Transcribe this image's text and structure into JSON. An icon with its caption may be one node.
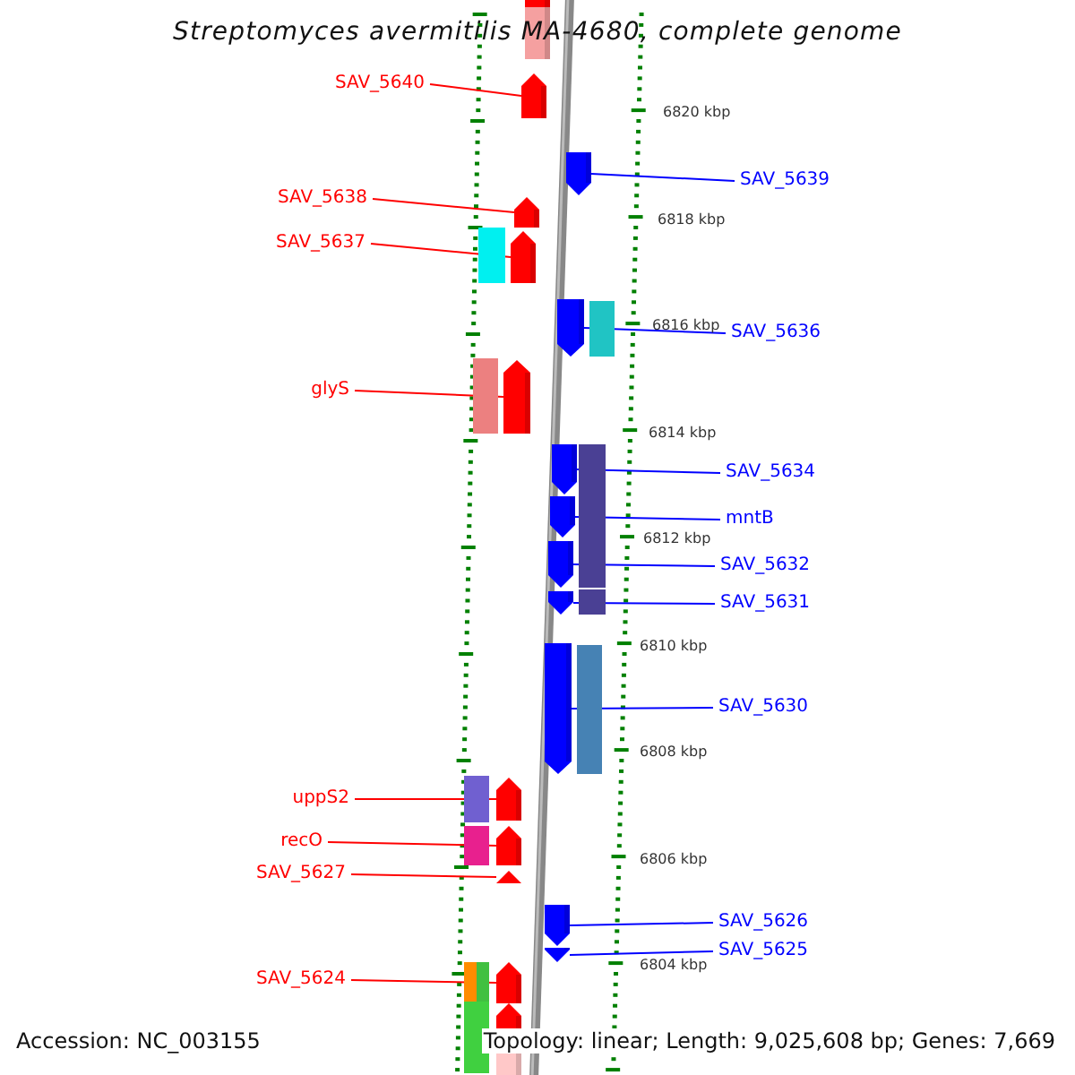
{
  "diagram": {
    "title": "Streptomyces avermitilis MA-4680, complete genome",
    "nodes": [
      {
        "text": [
          "SAV_5640"
        ]
      },
      {
        "text": [
          "SAV_5639"
        ]
      },
      {
        "text": [
          "SAV_5638"
        ]
      },
      {
        "text": [
          "SAV_5637"
        ]
      },
      {
        "text": [
          "SAV_5636"
        ]
      },
      {
        "text": [
          "glyS"
        ]
      },
      {
        "text": [
          "SAV_5634"
        ]
      },
      {
        "text": [
          "mntB"
        ]
      },
      {
        "text": [
          "SAV_5632"
        ]
      },
      {
        "text": [
          "SAV_5631"
        ]
      },
      {
        "text": [
          "SAV_5630"
        ]
      },
      {
        "text": [
          "uppS2"
        ]
      },
      {
        "text": [
          "recO"
        ]
      },
      {
        "text": [
          "SAV_5627"
        ]
      },
      {
        "text": [
          "SAV_5626"
        ]
      },
      {
        "text": [
          "SAV_5625"
        ]
      },
      {
        "text": [
          "SAV_5624"
        ]
      },
      {
        "text": [],
        "shape": "arrow"
      },
      {
        "text": [],
        "shape": "arrow"
      },
      {
        "text": [],
        "shape": "arrow"
      },
      {
        "text": [],
        "shape": "arrow"
      },
      {
        "text": [],
        "shape": "arrow"
      },
      {
        "text": [],
        "shape": "arrow"
      },
      {
        "text": [],
        "shape": "arrow"
      },
      {
        "text": [],
        "shape": "arrow"
      },
      {
        "text": [],
        "shape": "arrow"
      },
      {
        "text": [],
        "shape": "arrow"
      },
      {
        "text": [],
        "shape": "arrow"
      },
      {
        "text": [],
        "shape": "arrow"
      },
      {
        "text": [],
        "shape": "arrow"
      },
      {
        "text": [],
        "shape": "arrow"
      },
      {
        "text": [],
        "shape": "arrow"
      },
      {
        "text": [],
        "shape": "arrow"
      },
      {
        "text": [],
        "shape": "arrow"
      },
      {
        "text": [],
        "shape": "arrow"
      },
      {
        "text": [],
        "shape": "arrow"
      }
    ],
    "edges": [
      {
        "from": 0,
        "to": 18,
        "arrow": "none",
        "color": "#ff0000"
      },
      {
        "from": 1,
        "to": 19,
        "arrow": "none"
      },
      {
        "from": 2,
        "to": 20,
        "arrow": "none",
        "color": "#ff0000"
      },
      {
        "from": 3,
        "to": 21,
        "arrow": "none",
        "color": "#ff0000"
      },
      {
        "from": 4,
        "to": 22,
        "arrow": "none"
      },
      {
        "from": 5,
        "to": 23,
        "arrow": "none",
        "color": "#ff0000"
      },
      {
        "from": 6,
        "to": 24,
        "arrow": "none"
      },
      {
        "from": 7,
        "to": 25,
        "arrow": "none"
      },
      {
        "from": 8,
        "to": 26,
        "arrow": "none"
      },
      {
        "from": 9,
        "to": 27,
        "arrow": "none"
      },
      {
        "from": 10,
        "to": 28,
        "arrow": "none"
      },
      {
        "from": 11,
        "to": 29,
        "arrow": "none",
        "color": "#ff0000"
      },
      {
        "from": 12,
        "to": 30,
        "arrow": "none",
        "color": "#ff0000"
      },
      {
        "from": 13,
        "to": 31,
        "arrow": "none",
        "color": "#ff0000"
      },
      {
        "from": 14,
        "to": 32,
        "arrow": "none"
      },
      {
        "from": 15,
        "to": 33,
        "arrow": "none"
      },
      {
        "from": 16,
        "to": 34,
        "arrow": "none",
        "color": "#ff0000"
      }
    ],
    "labels": [
      "6820 kbp",
      "6818 kbp",
      "6816 kbp",
      "6814 kbp",
      "6812 kbp",
      "6810 kbp",
      "6808 kbp",
      "6806 kbp",
      "6804 kbp",
      "Accession: NC_003155",
      "Topology: linear; Length: 9,025,608 bp; Genes: 7,669"
    ]
  }
}
